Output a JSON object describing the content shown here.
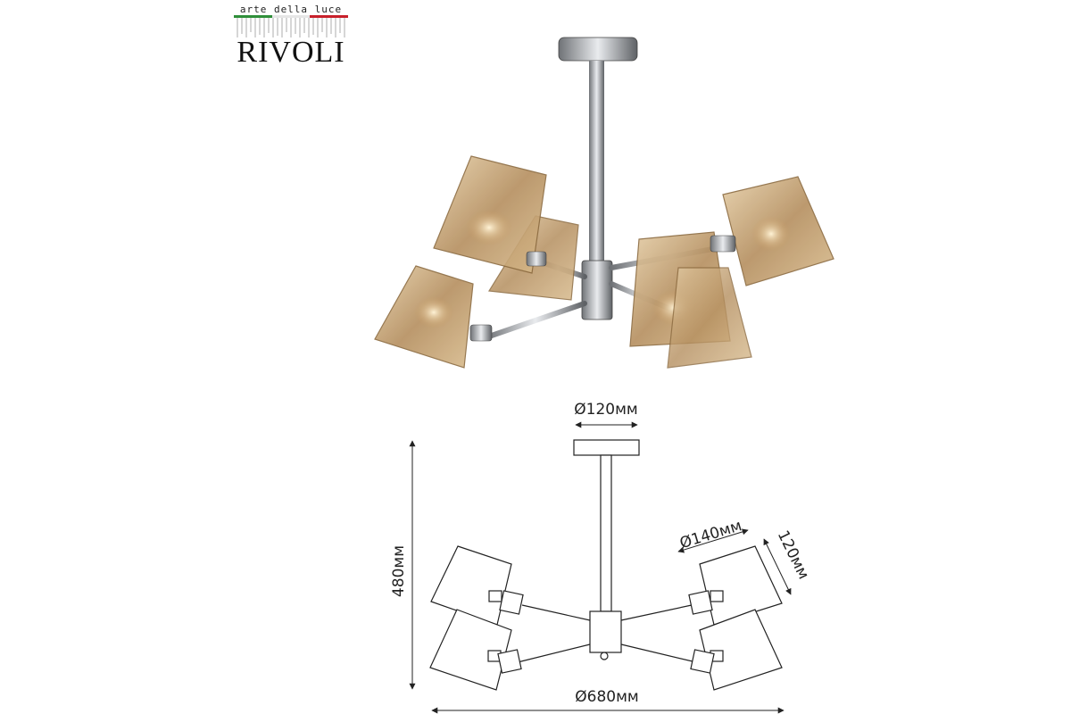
{
  "logo": {
    "tagline": "arte della luce",
    "brand": "RIVOLI",
    "flag_colors": [
      "#2f8f3a",
      "#ffffff",
      "#c8202b"
    ]
  },
  "product_photo": {
    "shade_color": "#c9a77a",
    "metal_color": "#b9bcc0"
  },
  "drawing": {
    "dimensions": {
      "canopy_diameter": "Ø120мм",
      "shade_diameter": "Ø140мм",
      "shade_height": "120мм",
      "total_height": "480мм",
      "total_diameter": "Ø680мм"
    }
  }
}
